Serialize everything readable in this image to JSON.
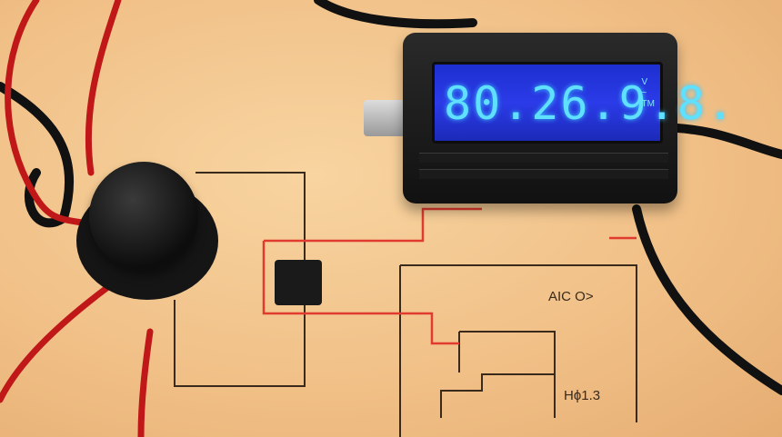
{
  "scene": {
    "description": "Photo of a multimeter-style LCD display wired to a rotary switch over a hand-drawn circuit schematic",
    "display": {
      "reading": "80.26.9.8.",
      "unit_glyph": "V\n~\nTM"
    },
    "schematic_labels": {
      "top": "AIC O>",
      "bottom": "Hϕ1.3"
    }
  }
}
